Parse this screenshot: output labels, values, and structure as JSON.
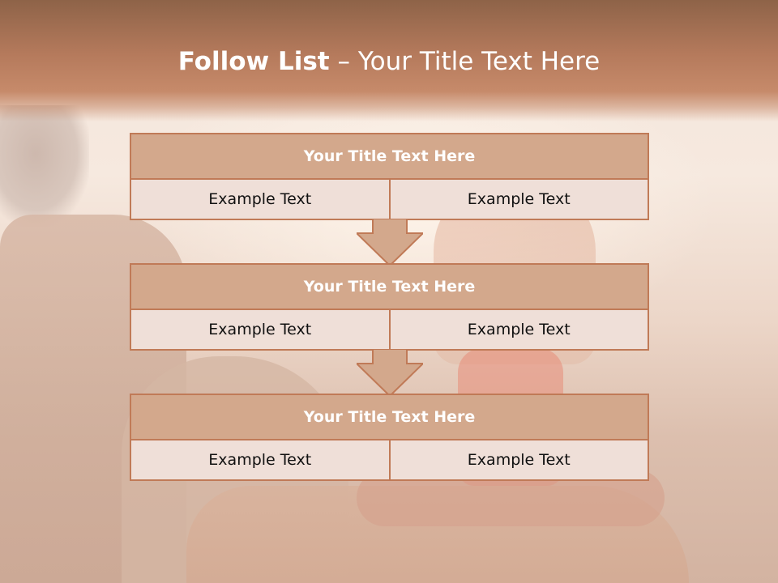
{
  "slide": {
    "title_bold": "Follow List",
    "title_rest": " – Your Title Text Here",
    "colors": {
      "title_band": "#b57a5c",
      "block_header": "#d3a88c",
      "block_border": "#c07a57",
      "cell_fill": "#efdfd8",
      "arrow_fill": "#d3a88c"
    }
  },
  "blocks": [
    {
      "title": "Your Title Text Here",
      "left": "Example Text",
      "right": "Example Text"
    },
    {
      "title": "Your Title Text Here",
      "left": "Example Text",
      "right": "Example Text"
    },
    {
      "title": "Your Title Text Here",
      "left": "Example Text",
      "right": "Example Text"
    }
  ],
  "icons": {
    "connector": "down-arrow-icon"
  }
}
